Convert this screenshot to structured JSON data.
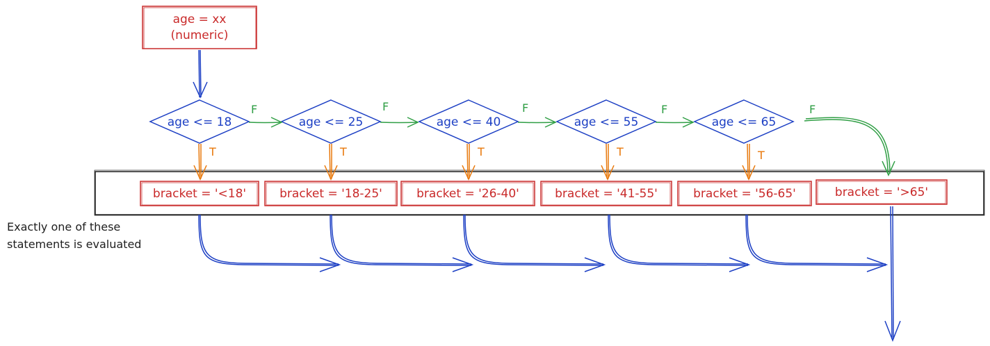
{
  "start": {
    "line1": "age = xx",
    "line2": "(numeric)"
  },
  "decisions": [
    {
      "label": "age <= 18",
      "true_label": "T",
      "false_label": "F"
    },
    {
      "label": "age <= 25",
      "true_label": "T",
      "false_label": "F"
    },
    {
      "label": "age <= 40",
      "true_label": "T",
      "false_label": "F"
    },
    {
      "label": "age <= 55",
      "true_label": "T",
      "false_label": "F"
    },
    {
      "label": "age <= 65",
      "true_label": "T",
      "false_label": "F"
    }
  ],
  "brackets": [
    {
      "label": "bracket = '<18'"
    },
    {
      "label": "bracket = '18-25'"
    },
    {
      "label": "bracket = '26-40'"
    },
    {
      "label": "bracket = '41-55'"
    },
    {
      "label": "bracket = '56-65'"
    },
    {
      "label": "bracket = '>65'"
    }
  ],
  "note": {
    "line1": "Exactly one of these",
    "line2": "statements is evaluated"
  },
  "colors": {
    "start": "#c92a2a",
    "decision": "#1c3fc4",
    "false_edge": "#2f9e44",
    "true_edge": "#e8780b",
    "bracket": "#c92a2a",
    "flow": "#1c3fc4",
    "container": "#1e1e1e"
  }
}
